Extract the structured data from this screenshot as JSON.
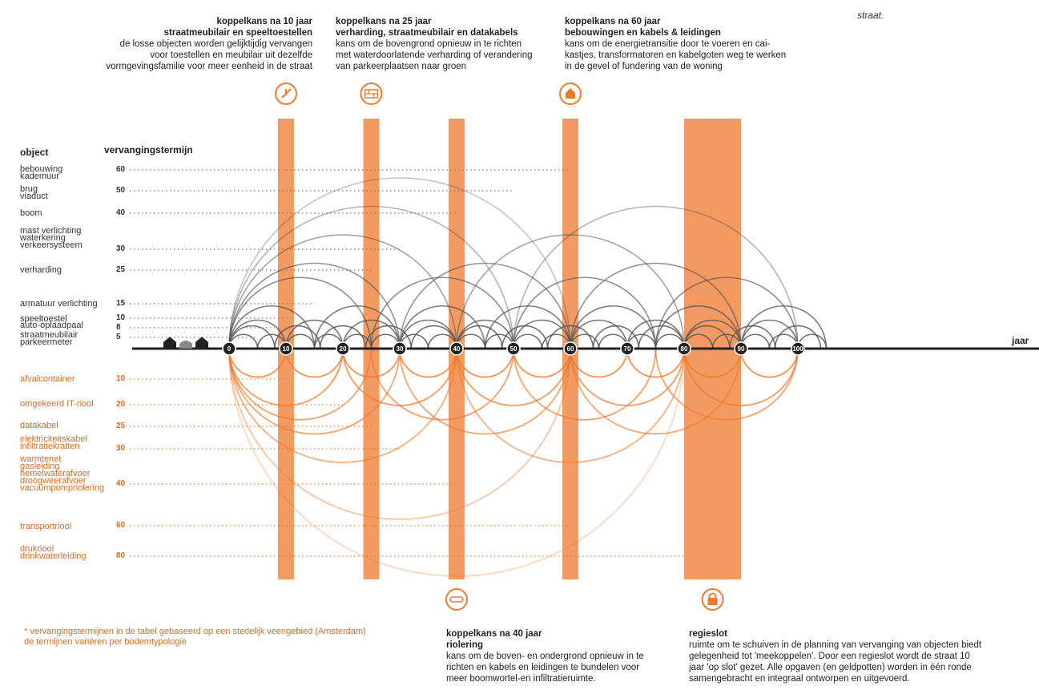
{
  "corner_text": "straat.",
  "axis_label": "jaar",
  "headers": {
    "k10": {
      "title": "koppelkans na 10 jaar",
      "subtitle": "straatmeubilair en speeltoestellen",
      "lines": [
        "de  losse objecten worden gelijktijdig vervangen",
        "voor toestellen en meubilair uit dezelfde",
        "vormgevingsfamilie voor meer eenheid in de straat"
      ]
    },
    "k25": {
      "title": "koppelkans na 25 jaar",
      "subtitle": "verharding, straatmeubilair en datakabels",
      "lines": [
        "kans om de bovengrond opnieuw in te richten",
        "met waterdoorlatende verharding of verandering",
        "van parkeerplaatsen naar groen"
      ]
    },
    "k60": {
      "title": "koppelkans na 60 jaar",
      "subtitle": "bebouwingen en kabels & leidingen",
      "lines": [
        "kans om de energietransitie door te voeren en cai-",
        "kastjes, transformatoren en kabelgoten weg te werken",
        "in de gevel of fundering van de woning"
      ]
    },
    "k40": {
      "title": "koppelkans na 40 jaar",
      "subtitle": "riolering",
      "lines": [
        "kans om de boven- en ondergrond opnieuw in te",
        "richten en kabels en leidingen te bundelen voor",
        "meer boomwortel-en infiltratieruimte."
      ]
    },
    "regie": {
      "title": "regieslot",
      "lines": [
        "ruimte om te schuiven in de planning van vervanging van objecten biedt",
        "gelegenheid tot 'meekoppelen'. Door een regieslot wordt de straat 10",
        "jaar 'op slot' gezet. Alle opgaven (en geldpotten) worden in één ronde",
        "samengebracht en integraal ontworpen en uitgevoerd."
      ]
    }
  },
  "table": {
    "col_object": "object",
    "col_term": "vervangingstermijn",
    "above": [
      {
        "labels": [
          "bebouwing",
          "kademuur"
        ],
        "term": "60"
      },
      {
        "labels": [
          "brug",
          "viaduct"
        ],
        "term": "50"
      },
      {
        "labels": [
          "boom"
        ],
        "term": "40"
      },
      {
        "labels": [
          "mast verlichting",
          "waterkering",
          "verkeersysteem"
        ],
        "term": "30"
      },
      {
        "labels": [
          "verharding"
        ],
        "term": "25"
      },
      {
        "labels": [
          "armatuur verlichting"
        ],
        "term": "15"
      },
      {
        "labels": [
          "speeltoestel"
        ],
        "term": "10"
      },
      {
        "labels": [
          "auto-oplaadpaal"
        ],
        "term": "8"
      },
      {
        "labels": [
          "straatmeubilair",
          "parkeermeter"
        ],
        "term": "5"
      }
    ],
    "below": [
      {
        "labels": [
          "afvalcontainer"
        ],
        "term": "10"
      },
      {
        "labels": [
          "omgekeerd IT-riool"
        ],
        "term": "20"
      },
      {
        "labels": [
          "datakabel"
        ],
        "term": "25"
      },
      {
        "labels": [
          "elektriciteitskabel",
          "infiltratiekratten"
        ],
        "term": "30"
      },
      {
        "labels": [
          "warmtenet",
          "gasleiding",
          "hemelwaterafvoer",
          "droogweerafvoer",
          "vacuümpompriolering"
        ],
        "term": "40"
      },
      {
        "labels": [
          "transportriool"
        ],
        "term": "60"
      },
      {
        "labels": [
          "drukriool",
          "drinkwaterleiding"
        ],
        "term": "80"
      }
    ]
  },
  "footnote": [
    "* vervangingstermijnen in de tabel gebaseerd op een stedelijk veengebied (Amsterdam)",
    "  de termijnen variëren per  bodemtypologie"
  ],
  "chart_data": {
    "type": "arc-timeline",
    "axis_label": "jaar",
    "x_ticks": [
      0,
      10,
      20,
      30,
      40,
      50,
      60,
      70,
      80,
      90,
      100
    ],
    "above_cycles": [
      60,
      50,
      40,
      30,
      25,
      15,
      10,
      8,
      5
    ],
    "below_cycles": [
      80,
      60,
      40,
      30,
      25,
      20,
      10
    ],
    "opportunity_years": [
      10,
      25,
      40,
      60
    ],
    "regieslot_years": [
      80,
      90
    ],
    "colors": {
      "above": "#555555",
      "below": "#f07a2c",
      "bars": "#f28f52",
      "axis": "#222222"
    },
    "icons": {
      "10": "bench-icon",
      "25": "paving-icon",
      "40": "pipe-icon",
      "60": "house-icon",
      "regie": "lock-icon"
    }
  }
}
